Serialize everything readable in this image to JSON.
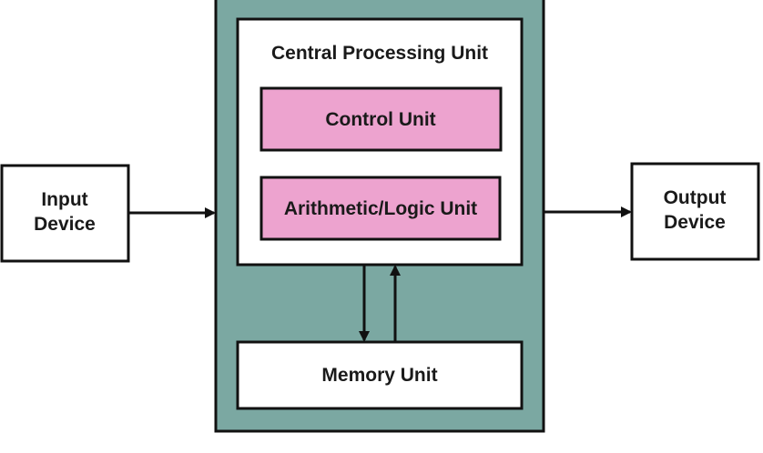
{
  "diagram": {
    "cpu": {
      "title": "Central Processing Unit",
      "control_unit": "Control Unit",
      "alu": "Arithmetic/Logic Unit"
    },
    "memory": {
      "label": "Memory Unit"
    },
    "input": {
      "line1": "Input",
      "line2": "Device"
    },
    "output": {
      "line1": "Output",
      "line2": "Device"
    }
  },
  "colors": {
    "system_panel": "#7ba8a2",
    "unit_fill": "#eda3cf",
    "box_fill": "#ffffff",
    "stroke": "#111111"
  }
}
